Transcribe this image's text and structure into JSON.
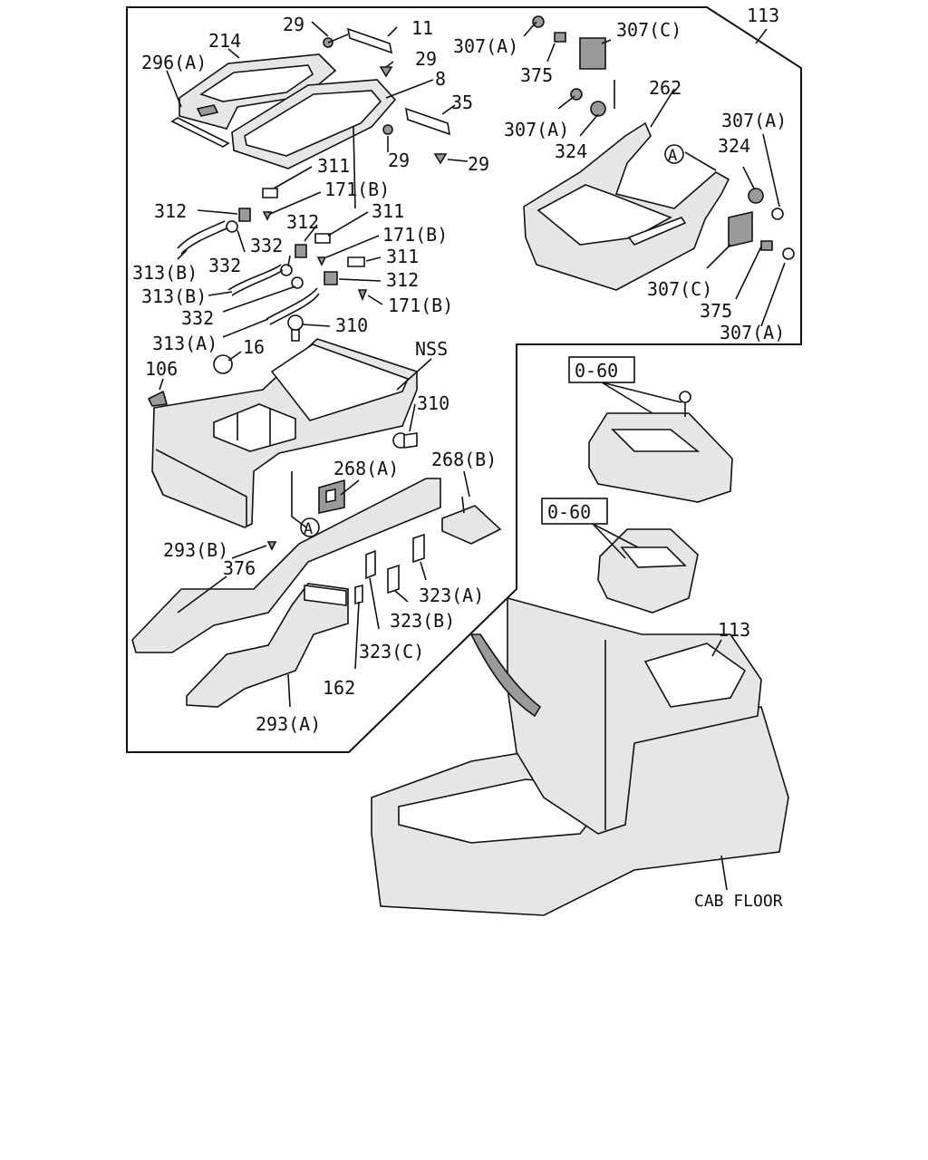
{
  "labels": {
    "l_113_top": "113",
    "l_29_a": "29",
    "l_11": "11",
    "l_214": "214",
    "l_296a": "296(A)",
    "l_29_b": "29",
    "l_8": "8",
    "l_35": "35",
    "l_29_c": "29",
    "l_29_d": "29",
    "l_311_a": "311",
    "l_171b_a": "171(B)",
    "l_312_a": "312",
    "l_312_b": "312",
    "l_311_b": "311",
    "l_332_a": "332",
    "l_171b_b": "171(B)",
    "l_332_b": "332",
    "l_311_c": "311",
    "l_313b_a": "313(B)",
    "l_312_c": "312",
    "l_313b_b": "313(B)",
    "l_171b_c": "171(B)",
    "l_332_c": "332",
    "l_310_a": "310",
    "l_313a": "313(A)",
    "l_16": "16",
    "l_nss": "NSS",
    "l_106": "106",
    "l_310_b": "310",
    "l_268a": "268(A)",
    "l_268b": "268(B)",
    "l_293b": "293(B)",
    "l_376": "376",
    "l_323a": "323(A)",
    "l_323b": "323(B)",
    "l_323c": "323(C)",
    "l_162": "162",
    "l_293a": "293(A)",
    "l_307a_1": "307(A)",
    "l_307c_top": "307(C)",
    "l_375_top": "375",
    "l_262": "262",
    "l_307a_2": "307(A)",
    "l_307a_3": "307(A)",
    "l_324_a": "324",
    "l_324_b": "324",
    "l_307c_bot": "307(C)",
    "l_375_bot": "375",
    "l_307a_4": "307(A)",
    "l_o60_a": "0-60",
    "l_o60_b": "0-60",
    "l_113_bot": "113",
    "l_cab_floor": "CAB FLOOR",
    "l_circle_a1": "A",
    "l_circle_a2": "A"
  }
}
